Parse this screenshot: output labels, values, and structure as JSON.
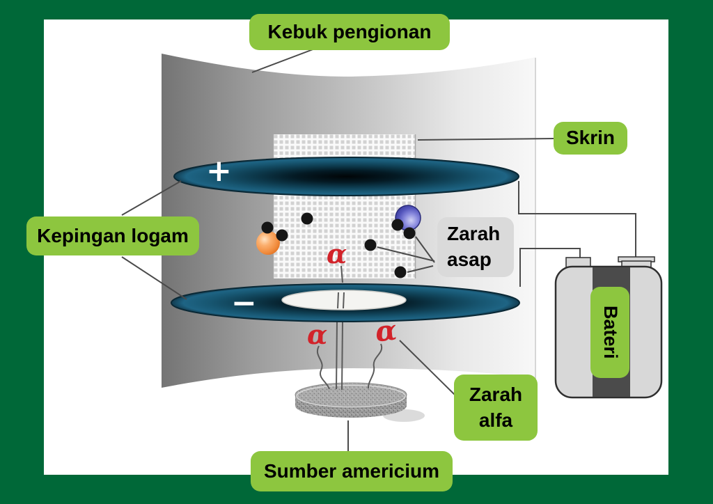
{
  "page": {
    "border_color": "#006838",
    "background": "#ffffff"
  },
  "labels": {
    "ionization_chamber": "Kebuk pengionan",
    "screen": "Skrin",
    "metal_plates": "Kepingan logam",
    "smoke_particles": "Zarah asap",
    "battery": "Bateri",
    "alpha_particles": "Zarah alfa",
    "americium_source": "Sumber americium"
  },
  "symbols": {
    "alpha": "α",
    "plus": "+",
    "minus": "−"
  },
  "colors": {
    "label_green": "#8dc63f",
    "label_gray": "#dadada",
    "alpha_red": "#d2232a",
    "plate_teal": "#175671",
    "border_green": "#006838",
    "smoke_dot_black": "#151515",
    "dust_orange": "#f18c3d",
    "dust_blue": "#5556bd",
    "wire_gray": "#4a4a4a"
  }
}
